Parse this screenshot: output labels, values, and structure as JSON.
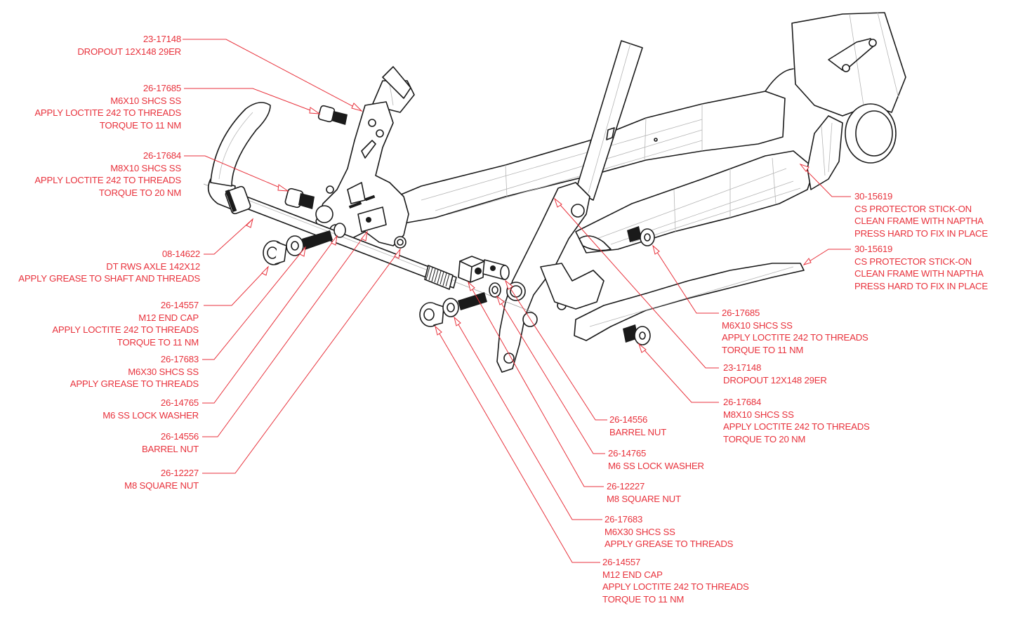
{
  "diagram": {
    "title": "Rear dropout exploded view",
    "accent_color": "#e8323c",
    "line_color": "#1a1a1a"
  },
  "callouts_left": [
    {
      "part": "23-17148",
      "lines": [
        "DROPOUT 12X148 29ER"
      ]
    },
    {
      "part": "26-17685",
      "lines": [
        "M6X10 SHCS SS",
        "APPLY LOCTITE 242 TO THREADS",
        "TORQUE TO 11 NM"
      ]
    },
    {
      "part": "26-17684",
      "lines": [
        "M8X10 SHCS SS",
        "APPLY LOCTITE 242 TO THREADS",
        "TORQUE TO 20 NM"
      ]
    },
    {
      "part": "08-14622",
      "lines": [
        "DT RWS AXLE 142X12",
        "APPLY GREASE TO SHAFT AND THREADS"
      ]
    },
    {
      "part": "26-14557",
      "lines": [
        "M12 END CAP",
        "APPLY LOCTITE 242 TO THREADS",
        "TORQUE TO 11 NM"
      ]
    },
    {
      "part": "26-17683",
      "lines": [
        "M6X30 SHCS SS",
        "APPLY GREASE TO THREADS"
      ]
    },
    {
      "part": "26-14765",
      "lines": [
        "M6 SS LOCK WASHER"
      ]
    },
    {
      "part": "26-14556",
      "lines": [
        "BARREL NUT"
      ]
    },
    {
      "part": "26-12227",
      "lines": [
        "M8 SQUARE NUT"
      ]
    }
  ],
  "callouts_right": [
    {
      "part": "30-15619",
      "lines": [
        "CS PROTECTOR STICK-ON",
        "CLEAN FRAME WITH NAPTHA",
        "PRESS HARD TO FIX IN PLACE"
      ]
    },
    {
      "part": "30-15619",
      "lines": [
        "CS PROTECTOR STICK-ON",
        "CLEAN FRAME WITH NAPTHA",
        "PRESS HARD TO FIX IN PLACE"
      ]
    },
    {
      "part": "26-17685",
      "lines": [
        "M6X10 SHCS SS",
        "APPLY LOCTITE 242 TO THREADS",
        "TORQUE TO 11 NM"
      ]
    },
    {
      "part": "23-17148",
      "lines": [
        "DROPOUT 12X148 29ER"
      ]
    },
    {
      "part": "26-17684",
      "lines": [
        "M8X10 SHCS SS",
        "APPLY LOCTITE 242 TO THREADS",
        "TORQUE TO 20 NM"
      ]
    }
  ],
  "callouts_bottom": [
    {
      "part": "26-14556",
      "lines": [
        "BARREL NUT"
      ]
    },
    {
      "part": "26-14765",
      "lines": [
        "M6 SS LOCK WASHER"
      ]
    },
    {
      "part": "26-12227",
      "lines": [
        "M8 SQUARE NUT"
      ]
    },
    {
      "part": "26-17683",
      "lines": [
        "M6X30 SHCS SS",
        "APPLY GREASE TO THREADS"
      ]
    },
    {
      "part": "26-14557",
      "lines": [
        "M12 END CAP",
        "APPLY LOCTITE 242 TO THREADS",
        "TORQUE TO 11 NM"
      ]
    }
  ]
}
